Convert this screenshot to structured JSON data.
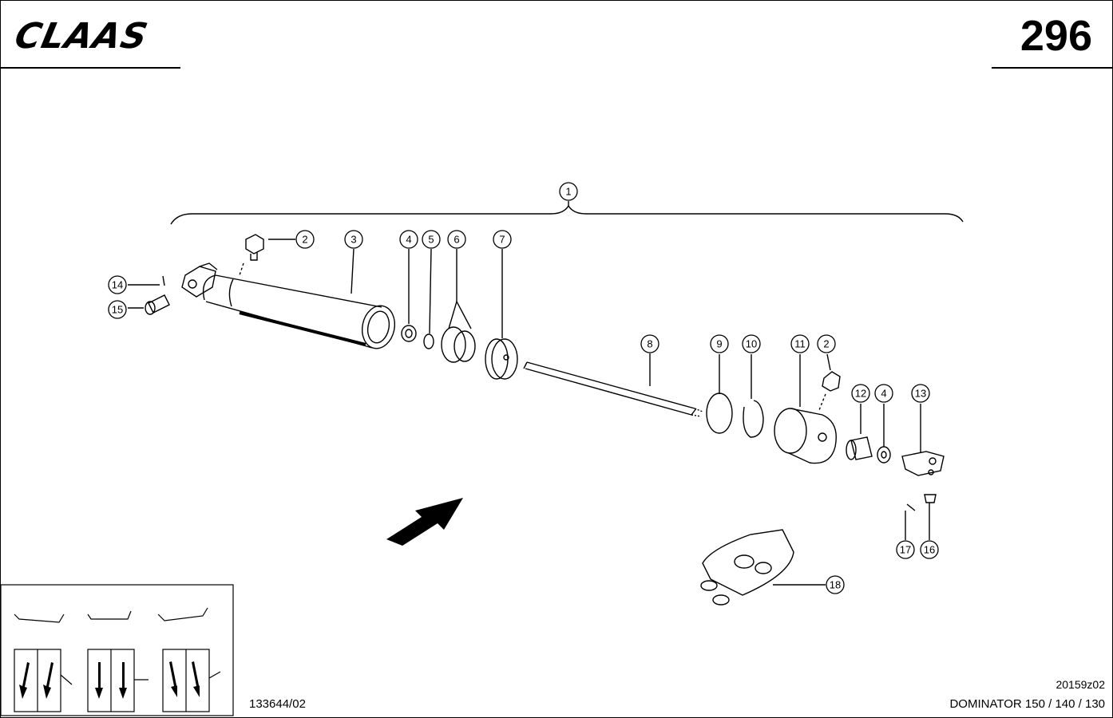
{
  "header": {
    "brand": "CLAAS",
    "page_number": "296"
  },
  "footer": {
    "reference_number": "133644/02",
    "drawing_number": "20159z02",
    "model": "DOMINATOR 150 / 140 / 130"
  },
  "callouts": [
    "1",
    "2",
    "3",
    "4",
    "5",
    "6",
    "7",
    "8",
    "9",
    "10",
    "11",
    "2",
    "12",
    "4",
    "13",
    "14",
    "15",
    "16",
    "17",
    "18"
  ]
}
